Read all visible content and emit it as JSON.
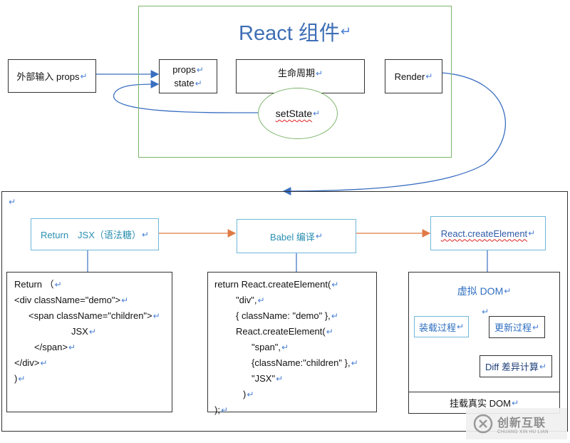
{
  "top": {
    "title": "React 组件",
    "input": "外部输入 props",
    "props": "props",
    "state": "state",
    "lifecycle": "生命周期",
    "render": "Render",
    "setstate": "setState"
  },
  "bottom": {
    "jsx_title": "Return　JSX（语法糖）",
    "babel_title": "Babel 编译",
    "create_title": "React.createElement",
    "jsx_code": [
      "Return （",
      "<div className=\"demo\">",
      "<span className=\"children\">",
      "JSX",
      "</span>",
      "</div>",
      ")"
    ],
    "babel_code": [
      "return React.createElement(",
      "\"div\",",
      "{ className: \"demo\" },",
      "React.createElement(",
      "\"span\",",
      "{className:\"children\" },",
      "\"JSX\"",
      ")",
      ");"
    ],
    "vdom_title": "虚拟 DOM",
    "mount": "装载过程",
    "update": "更新过程",
    "diff": "Diff 差异计算",
    "real_dom": "挂载真实 DOM"
  },
  "watermark": {
    "brand": "创新互联",
    "brand_pinyin": "CHUANG XIN HU LIAN"
  },
  "colors": {
    "top_border": "#7cb56a",
    "flow_box": "#6fb8d8",
    "blue_arrow": "#3a6fc0",
    "orange_arrow": "#e07a45"
  }
}
